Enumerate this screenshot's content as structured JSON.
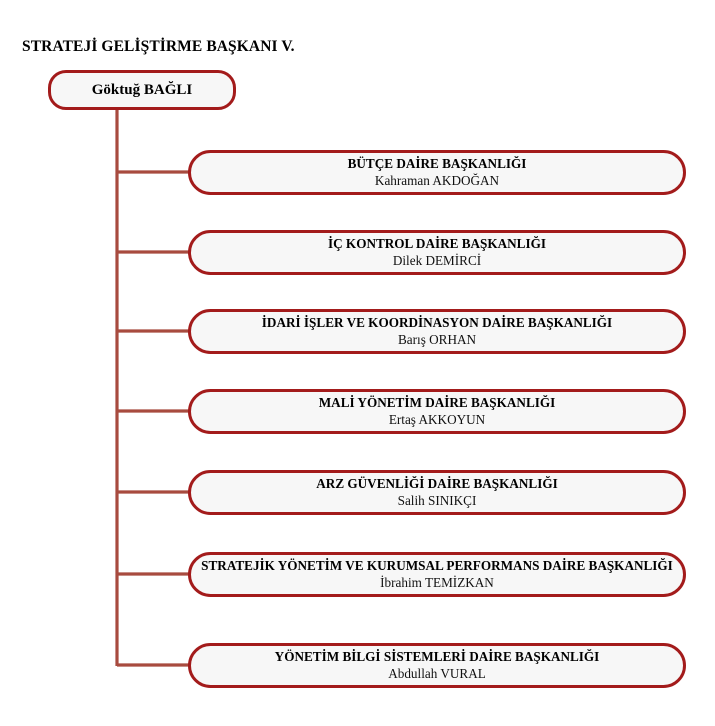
{
  "page": {
    "heading": "STRATEJİ GELİŞTİRME BAŞKANI V."
  },
  "colors": {
    "box_border": "#a31b1b",
    "box_fill": "#f7f7f7",
    "connector": "#a84b3f",
    "text": "#000000",
    "background": "#ffffff"
  },
  "root": {
    "person": "Göktuğ BAĞLI"
  },
  "units": [
    {
      "title": "BÜTÇE DAİRE BAŞKANLIĞI",
      "person": "Kahraman AKDOĞAN"
    },
    {
      "title": "İÇ KONTROL DAİRE BAŞKANLIĞI",
      "person": "Dilek DEMİRCİ"
    },
    {
      "title": "İDARİ İŞLER VE KOORDİNASYON DAİRE BAŞKANLIĞI",
      "person": "Barış ORHAN"
    },
    {
      "title": "MALİ YÖNETİM DAİRE BAŞKANLIĞI",
      "person": "Ertaş AKKOYUN"
    },
    {
      "title": "ARZ GÜVENLİĞİ DAİRE BAŞKANLIĞI",
      "person": "Salih SINIKÇI"
    },
    {
      "title": "STRATEJİK YÖNETİM VE KURUMSAL PERFORMANS DAİRE BAŞKANLIĞI",
      "person": "İbrahim TEMİZKAN"
    },
    {
      "title": "YÖNETİM BİLGİ SİSTEMLERİ DAİRE BAŞKANLIĞI",
      "person": "Abdullah VURAL"
    }
  ]
}
